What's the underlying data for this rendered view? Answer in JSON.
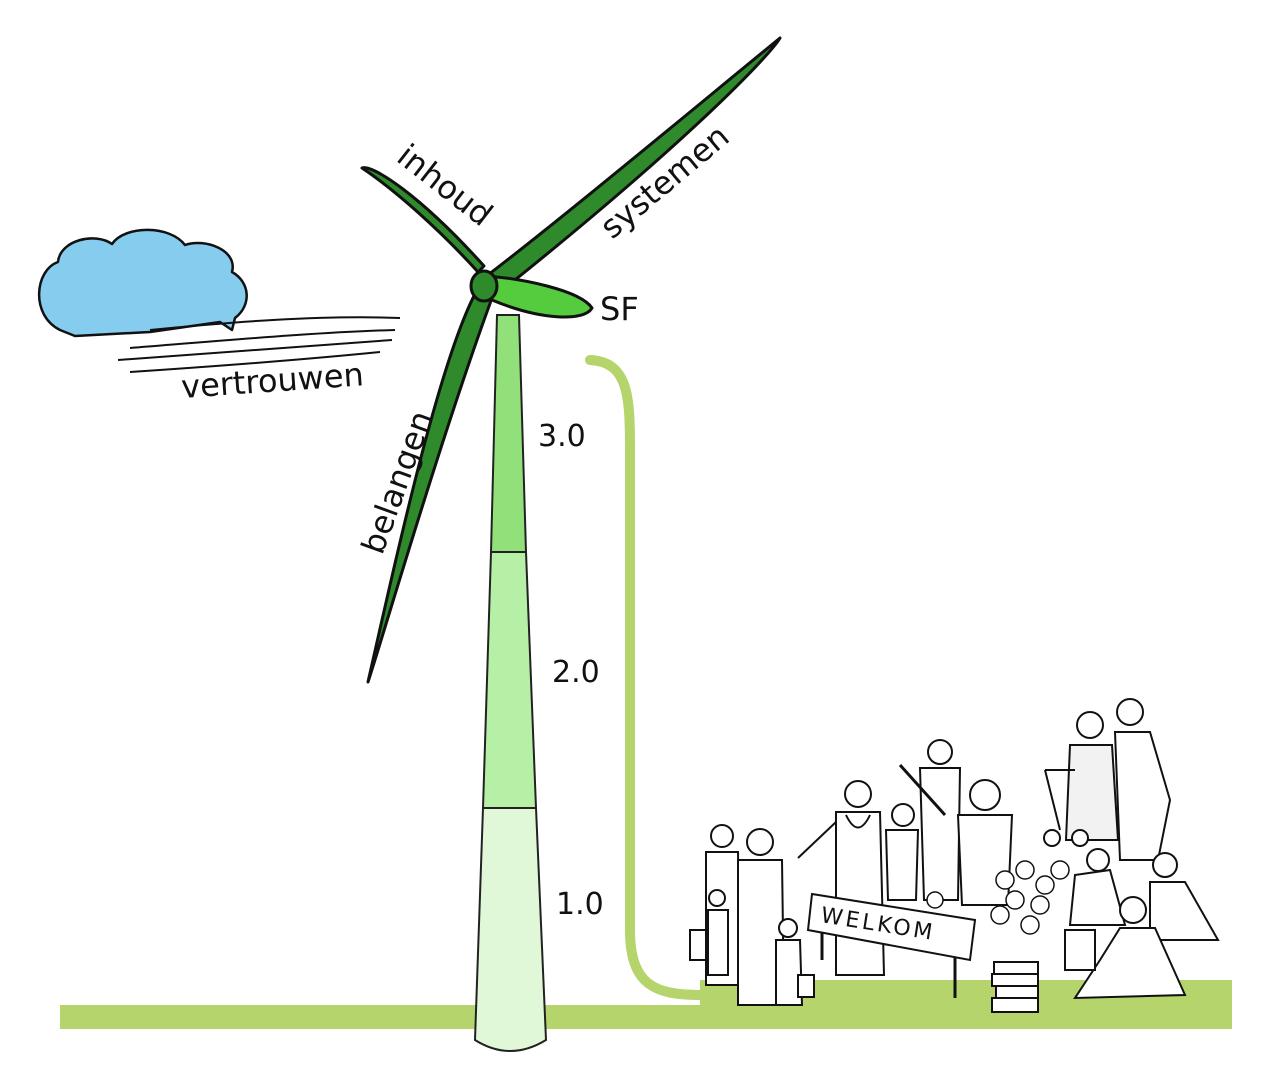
{
  "labels": {
    "blade_top": "inhoud",
    "blade_right": "systemen",
    "blade_bottom": "belangen",
    "hub": "SF",
    "wind": "vertrouwen"
  },
  "stages": [
    "3.0",
    "2.0",
    "1.0"
  ],
  "sign_text": "WELKOM",
  "colors": {
    "blade": "#2f8a2b",
    "nacelle": "#55cc3d",
    "tower_top": "#92e07a",
    "tower_mid": "#b6f0a6",
    "tower_low": "#c9f4bc",
    "tower_base": "#e0f8d8",
    "ground": "#b5d46b",
    "cloud": "#86ccef"
  }
}
